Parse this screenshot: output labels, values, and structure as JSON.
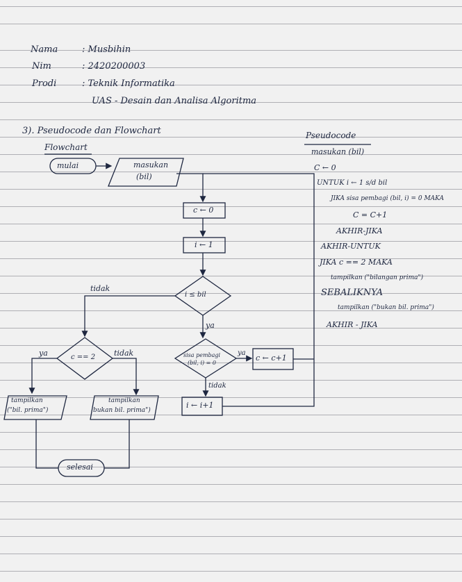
{
  "header": {
    "nama_label": "Nama",
    "nama_value": ": Musbihin",
    "nim_label": "Nim",
    "nim_value": ": 2420200003",
    "prodi_label": "Prodi",
    "prodi_value": ": Teknik Informatika",
    "course": "UAS - Desain dan Analisa Algoritma"
  },
  "question": {
    "title": "3). Pseudocode dan Flowchart",
    "flowchart_label": "Flowchart",
    "pseudocode_label": "Pseudocode"
  },
  "flowchart": {
    "start": "mulai",
    "input_line1": "masukan",
    "input_line2": "(bil)",
    "init_c": "c ← 0",
    "init_i": "i ← 1",
    "loop_cond": "i ≤ bil",
    "loop_no": "tidak",
    "loop_yes": "ya",
    "mod_cond_line1": "sisa pembagi",
    "mod_cond_line2": "(bil, i) = 0",
    "mod_yes": "ya",
    "mod_no": "tidak",
    "inc_c": "c ← c+1",
    "inc_i": "i ← i+1",
    "prime_cond": "c == 2",
    "prime_yes": "ya",
    "prime_no": "tidak",
    "out_prime_line1": "tampilkan",
    "out_prime_line2": "(\"bil. prima\")",
    "out_not_prime_line1": "tampilkan",
    "out_not_prime_line2": "bukan bil. prima\")",
    "end": "selesai"
  },
  "pseudocode": [
    "masukan (bil)",
    "C ← 0",
    "UNTUK i ← 1 s/d bil",
    "JIKA sisa pembagi (bil, i) = 0 MAKA",
    "C = C+1",
    "AKHIR-JIKA",
    "AKHIR-UNTUK",
    "JIKA c == 2 MAKA",
    "tampilkan (\"bilangan prima\")",
    "SEBALIKNYA",
    "tampilkan (\"bukan bil. prima\")",
    "AKHIR - JIKA"
  ],
  "ink_color": "#1e2740"
}
